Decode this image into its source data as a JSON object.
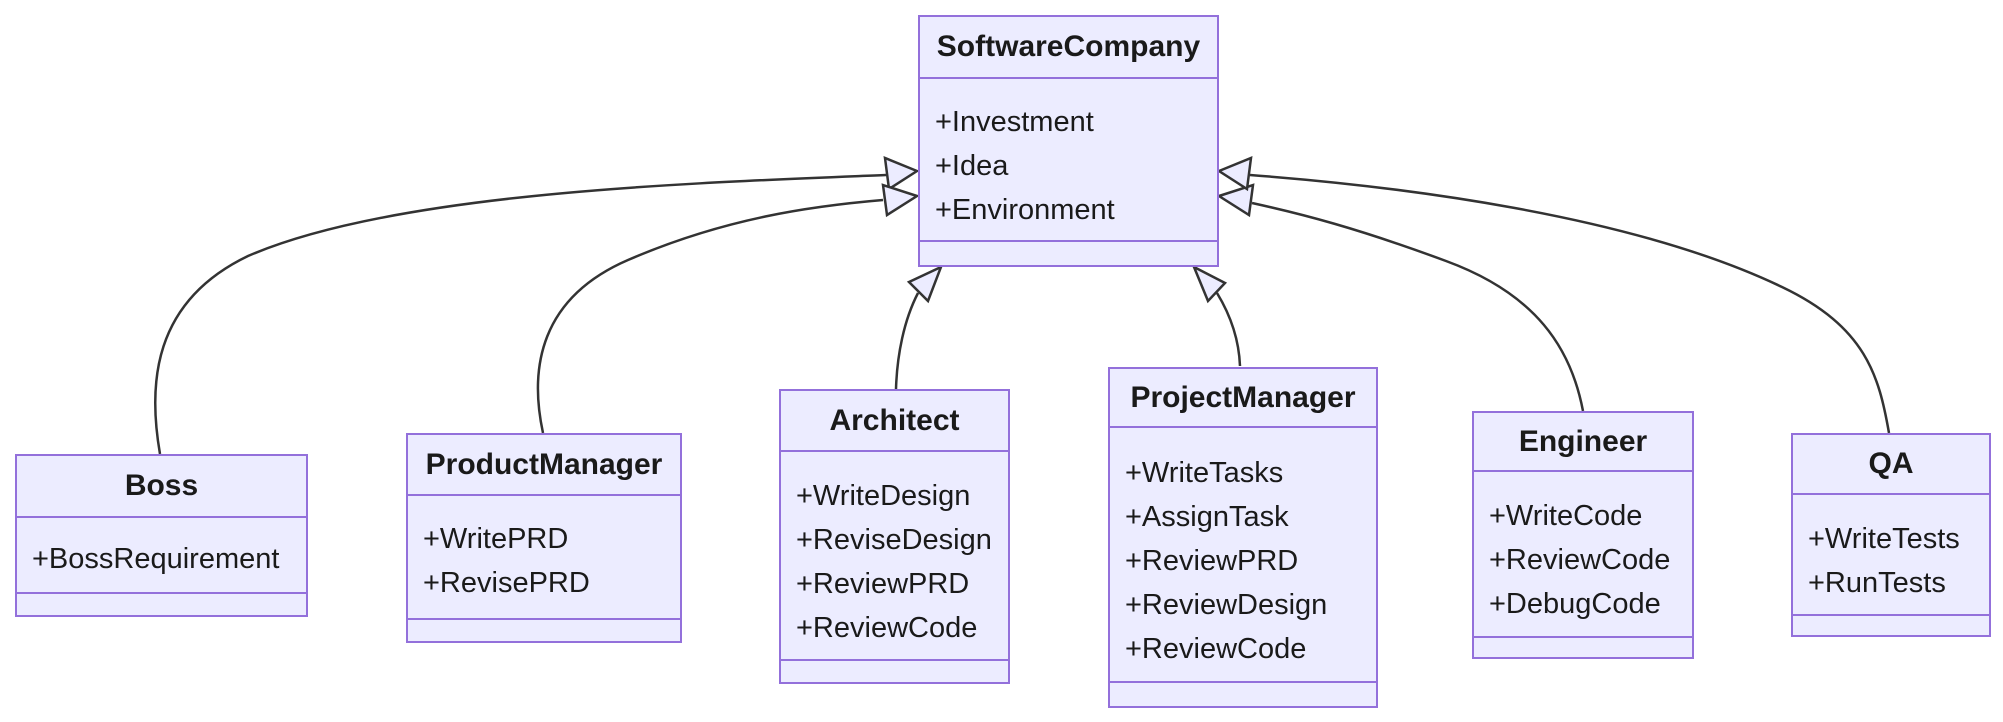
{
  "diagram": {
    "kind": "uml-class-diagram",
    "classes": [
      {
        "name": "SoftwareCompany",
        "members": [
          "+Investment",
          "+Idea",
          "+Environment"
        ],
        "methods": []
      },
      {
        "name": "Boss",
        "members": [
          "+BossRequirement"
        ],
        "methods": []
      },
      {
        "name": "ProductManager",
        "members": [
          "+WritePRD",
          "+RevisePRD"
        ],
        "methods": []
      },
      {
        "name": "Architect",
        "members": [
          "+WriteDesign",
          "+ReviseDesign",
          "+ReviewPRD",
          "+ReviewCode"
        ],
        "methods": []
      },
      {
        "name": "ProjectManager",
        "members": [
          "+WriteTasks",
          "+AssignTask",
          "+ReviewPRD",
          "+ReviewDesign",
          "+ReviewCode"
        ],
        "methods": []
      },
      {
        "name": "Engineer",
        "members": [
          "+WriteCode",
          "+ReviewCode",
          "+DebugCode"
        ],
        "methods": []
      },
      {
        "name": "QA",
        "members": [
          "+WriteTests",
          "+RunTests"
        ],
        "methods": []
      }
    ],
    "relations": [
      {
        "from": "Boss",
        "to": "SoftwareCompany",
        "type": "inheritance"
      },
      {
        "from": "ProductManager",
        "to": "SoftwareCompany",
        "type": "inheritance"
      },
      {
        "from": "Architect",
        "to": "SoftwareCompany",
        "type": "inheritance"
      },
      {
        "from": "ProjectManager",
        "to": "SoftwareCompany",
        "type": "inheritance"
      },
      {
        "from": "Engineer",
        "to": "SoftwareCompany",
        "type": "inheritance"
      },
      {
        "from": "QA",
        "to": "SoftwareCompany",
        "type": "inheritance"
      }
    ],
    "colors": {
      "class_fill": "#ECECFF",
      "class_border": "#9370DB",
      "edge_line": "#333333",
      "text": "#1a1a1a",
      "background": "#ffffff"
    }
  }
}
